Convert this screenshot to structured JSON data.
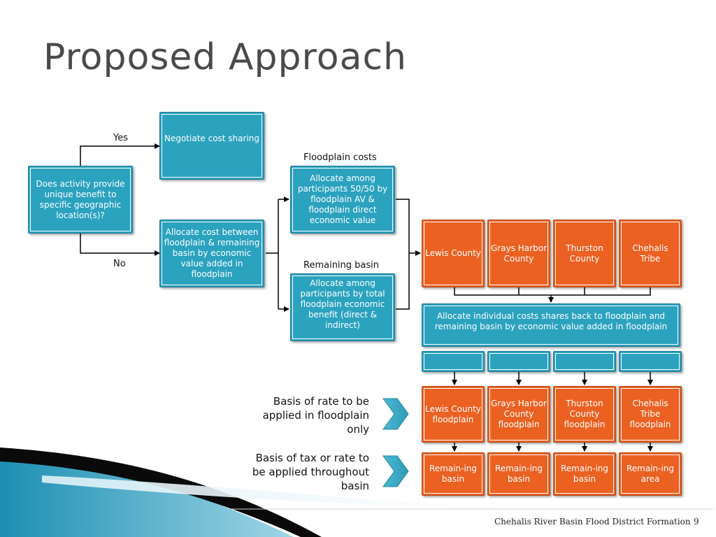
{
  "slide": {
    "title": "Proposed Approach",
    "footer_text": "Chehalis River Basin Flood District Formation",
    "page_number": "9"
  },
  "labels": {
    "yes": "Yes",
    "no": "No",
    "floodplain_costs": "Floodplain costs",
    "remaining_basin": "Remaining basin"
  },
  "boxes": {
    "question": "Does activity provide unique benefit to specific geographic location(s)?",
    "negotiate": "Negotiate cost sharing",
    "allocate_cost": "Allocate cost between floodplain & remaining basin by economic value added in floodplain",
    "allocate_floodplain": "Allocate among participants 50/50 by floodplain AV & floodplain direct economic value",
    "allocate_remaining": "Allocate among participants by total floodplain economic benefit (direct & indirect)",
    "allocate_individual": "Allocate individual costs shares back to floodplain and remaining basin by economic value added in floodplain"
  },
  "participants": [
    "Lewis County",
    "Grays Harbor County",
    "Thurston County",
    "Chehalis Tribe"
  ],
  "floodplain_boxes": [
    "Lewis County floodplain",
    "Grays Harbor County floodplain",
    "Thurston County floodplain",
    "Chehalis Tribe floodplain"
  ],
  "remaining_boxes": [
    "Remain-ing basin",
    "Remain-ing basin",
    "Remain-ing basin",
    "Remain-ing area"
  ],
  "basis": {
    "floodplain": "Basis of rate to be applied in floodplain only",
    "basin": "Basis of tax or rate to be applied throughout basin"
  },
  "colors": {
    "teal": "#2ba2be",
    "orange": "#ea6122",
    "title_gray": "#4a4a4a"
  }
}
